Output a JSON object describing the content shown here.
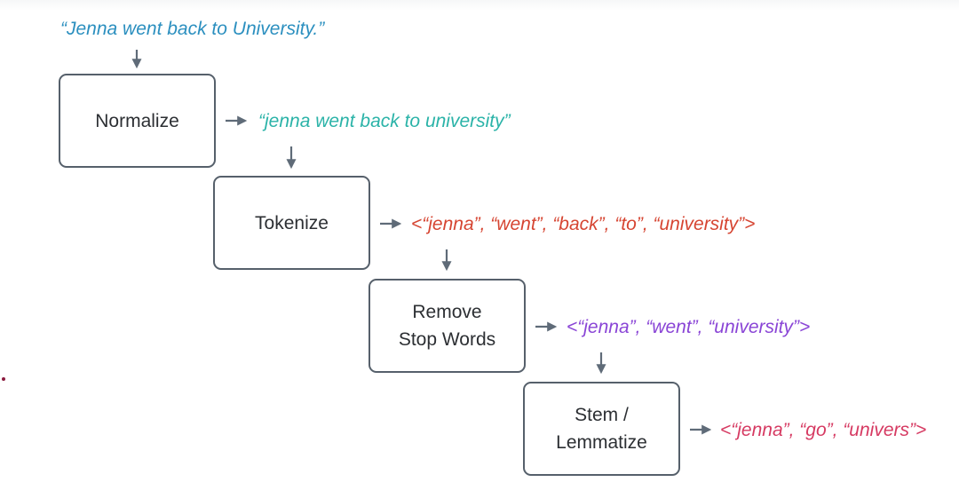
{
  "input_sentence": "“Jenna went back to University.”",
  "stages": [
    {
      "lines": [
        "Normalize"
      ],
      "output": "“jenna went back to university”"
    },
    {
      "lines": [
        "Tokenize"
      ],
      "output": "<“jenna”, “went”, “back”, “to”, “university”>"
    },
    {
      "lines": [
        "Remove",
        "Stop Words"
      ],
      "output": "<“jenna”, “went”, “university”>"
    },
    {
      "lines": [
        "Stem /",
        "Lemmatize"
      ],
      "output": "<“jenna”, “go”, “univers”>"
    }
  ],
  "colors": {
    "input": "#2b8fbf",
    "normalize_output": "#2bb3a8",
    "tokenize_output": "#d64532",
    "stopwords_output": "#8a45d6",
    "stem_output": "#d63a62",
    "box_border": "#56606b",
    "arrow": "#5f6b78"
  }
}
